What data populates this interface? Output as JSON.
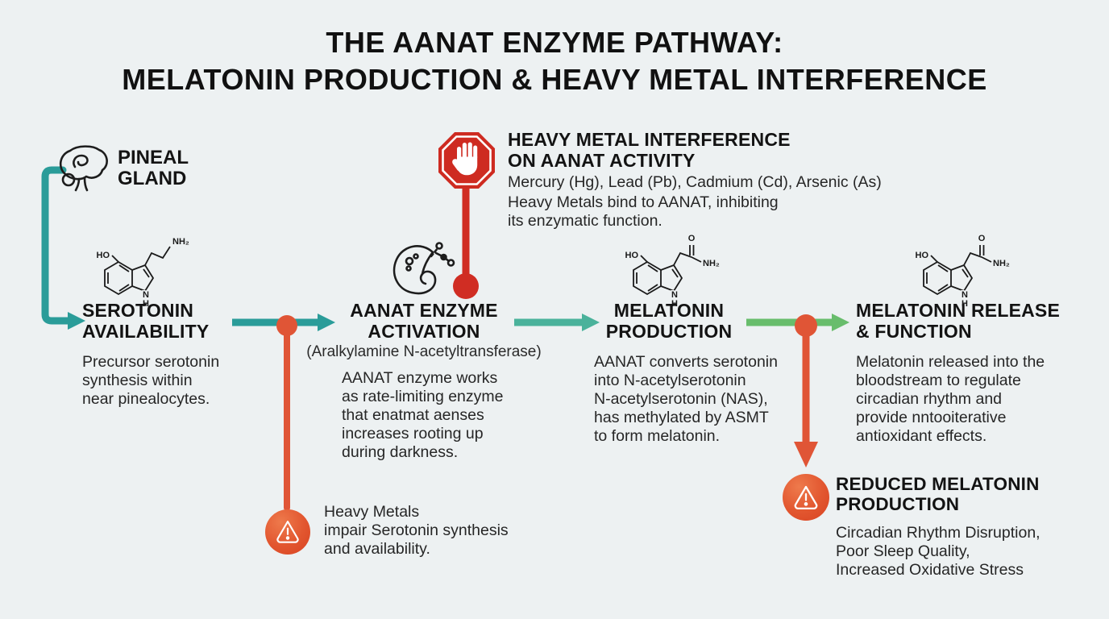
{
  "title": "THE AANAT ENZYME PATHWAY:\nMELATONIN PRODUCTION & HEAVY METAL INTERFERENCE",
  "colors": {
    "background": "#edf1f2",
    "teal": "#2a9c99",
    "teal_green": "#4ab29b",
    "green": "#68bd6c",
    "orange": "#e05536",
    "red": "#d02d23",
    "heading_text": "#131313",
    "body_text": "#262626"
  },
  "nodes": {
    "pineal": {
      "title": "PINEAL\nGLAND"
    },
    "serotonin": {
      "title": "SEROTONIN\nAVAILABILITY",
      "body": "Precursor serotonin\nsynthesis within\nnear pinealocytes."
    },
    "aanat": {
      "title": "AANAT ENZYME\nACTIVATION",
      "subtitle": "(Aralkylamine N-acetyltransferase)",
      "body": "AANAT enzyme works\nas rate-limiting enzyme\nthat enatmat aenses\nincreases rooting up\nduring darkness."
    },
    "heavy_metal": {
      "title": "HEAVY METAL INTERFERENCE\nON AANAT ACTIVITY",
      "metals": "Mercury (Hg), Lead (Pb), Cadmium (Cd), Arsenic (As)",
      "body": "Heavy Metals bind to AANAT, inhibiting\nits enzymatic function."
    },
    "melatonin_production": {
      "title": "MELATONIN\nPRODUCTION",
      "body": "AANAT converts serotonin\ninto N-acetylserotonin\nN-acetylserotonin (NAS),\nhas methylated by ASMT\nto form melatonin."
    },
    "melatonin_release": {
      "title": "MELATONIN RELEASE\n& FUNCTION",
      "body": "Melatonin released into the\nbloodstream to regulate\ncircadian rhythm and\nprovide nntooiterative\nantioxidant effects."
    },
    "serotonin_warning": {
      "body": "Heavy Metals\nimpair Serotonin synthesis\nand availability."
    },
    "reduced_melatonin": {
      "title": "REDUCED MELATONIN\nPRODUCTION",
      "body": "Circadian Rhythm Disruption,\nPoor Sleep Quality,\nIncreased Oxidative Stress"
    }
  },
  "molecule_labels": {
    "ho": "HO",
    "nh2": "NH₂",
    "n": "N",
    "h": "H",
    "o": "O"
  }
}
